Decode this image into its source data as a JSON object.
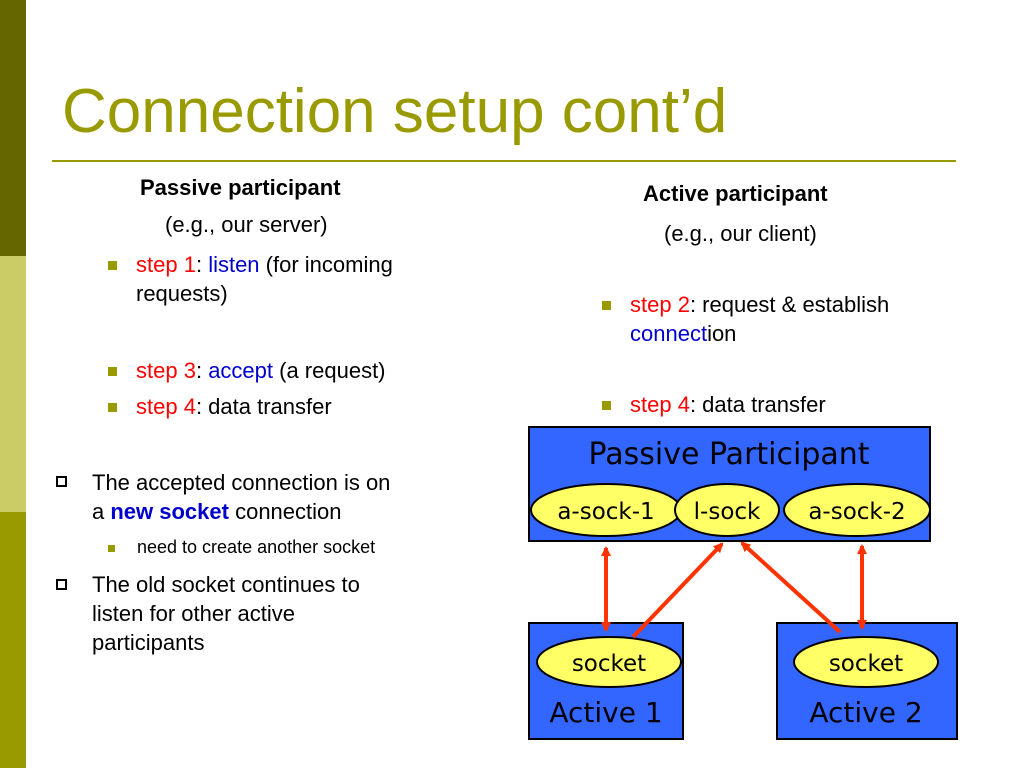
{
  "slide": {
    "title": "Connection setup cont’d",
    "passive": {
      "heading": "Passive participant",
      "subheading": "(e.g., our server)",
      "items": [
        {
          "step": "step 1",
          "sep": ":",
          "action": "listen",
          "rest": " (for incoming",
          "rest2": "requests)"
        },
        {
          "step": "step 3",
          "sep": ":",
          "action": "accept",
          "rest": " (a request)"
        },
        {
          "step": "step 4",
          "rest": ": data transfer"
        }
      ]
    },
    "active": {
      "heading": "Active participant",
      "subheading": "(e.g., our client)",
      "items": [
        {
          "step": "step 2",
          "rest": ": request & establish",
          "action": "connect",
          "rest2": "ion"
        },
        {
          "step": "step 4",
          "rest": ": data transfer"
        }
      ]
    },
    "notes": {
      "n1_line1": "The accepted connection is on",
      "n1_a": "a ",
      "n1_bold": "new socket",
      "n1_rest": " connection",
      "sub": "need to create another socket",
      "n2_line1": "The old socket continues to",
      "n2_line2": "listen for other active",
      "n2_line3": "participants"
    }
  },
  "diagram": {
    "passive_box_label": "Passive Participant",
    "sockets": [
      "a-sock-1",
      "l-sock",
      "a-sock-2"
    ],
    "active1": {
      "socket": "socket",
      "label": "Active 1"
    },
    "active2": {
      "socket": "socket",
      "label": "Active 2"
    },
    "colors": {
      "box": "#3366ff",
      "ellipse": "#ffff66",
      "arrow": "#ff3300"
    }
  }
}
